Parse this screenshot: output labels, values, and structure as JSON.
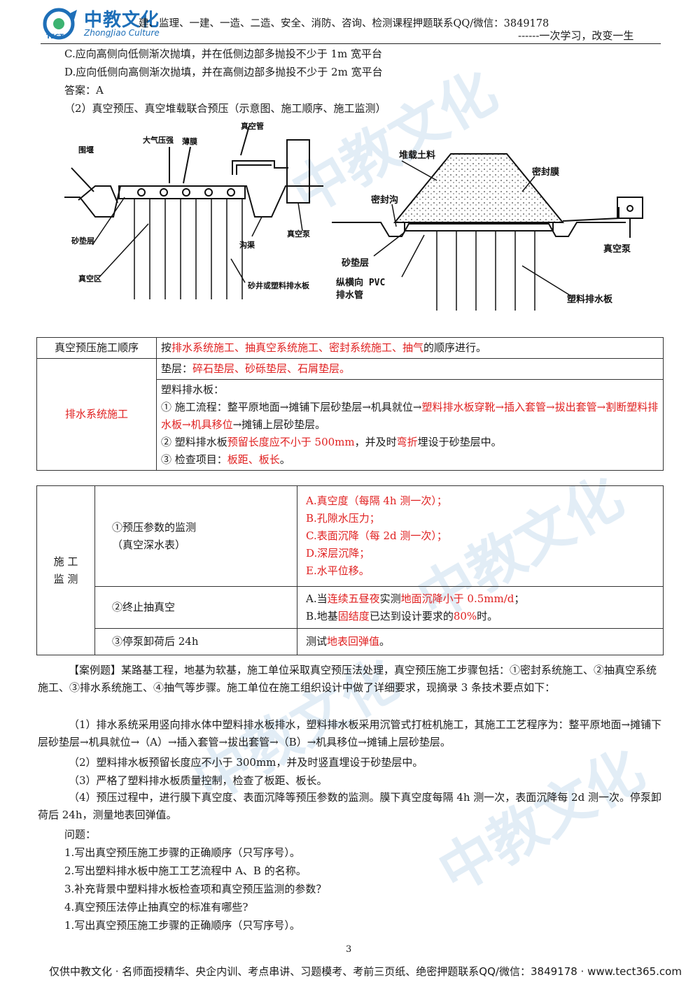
{
  "header": {
    "logo_name": "中教文化",
    "logo_sub": "ZhongJiao Culture",
    "logo_tect": "TECT",
    "line1": "建、监理、一建、一造、二造、安全、消防、咨询、检测课程押题联系QQ/微信：3849178",
    "line2": "------一次学习，改变一生"
  },
  "lines": {
    "c": "C.应向高侧向低侧渐次抛填，并在低侧边部多抛投不少于 1m 宽平台",
    "d": "D.应向低侧向高侧渐次抛填，并在高侧边部多抛投不少于 2m 宽平台",
    "answer": "答案：A",
    "section": "（2）真空预压、真空堆载联合预压（示意图、施工顺序、施工监测）"
  },
  "diagram_left": {
    "labels": [
      "围堰",
      "大气压强",
      "薄膜",
      "真空管",
      "砂垫层",
      "真空区",
      "沟渠",
      "真空泵",
      "砂井或塑料排水板"
    ]
  },
  "diagram_right": {
    "labels": [
      "堆载土料",
      "密封膜",
      "密封沟",
      "真空泵",
      "砂垫层",
      "纵横向 PVC",
      "排水管",
      "塑料排水板"
    ]
  },
  "table1": {
    "row1_label": "真空预压施工顺序",
    "row1_pre": "按",
    "row1_red": "排水系统施工、抽真空系统施工、密封系统施工、抽气",
    "row1_post": "的顺序进行。",
    "row2_label": "排水系统施工",
    "cushion_pre": "垫层：",
    "cushion_red": "碎石垫层、砂砾垫层、石屑垫层。",
    "board_title": "塑料排水板：",
    "flow_pre": "① 施工流程：整平原地面→摊铺下层砂垫层→机具就位→",
    "flow_red": "塑料排水板穿靴→插入套管→拔出套管→割断塑料排水板→机具移位",
    "flow_post": "→摊铺上层砂垫层。",
    "reserve_a": "② 塑料排水板",
    "reserve_red1": "预留长度应不小于 500mm",
    "reserve_b": "，并及时",
    "reserve_red2": "弯折",
    "reserve_c": "埋设于砂垫层中。",
    "check_pre": "③ 检查项目：",
    "check_red": "板距、板长",
    "check_post": "。"
  },
  "table2": {
    "side_label_1": "施 工",
    "side_label_2": "监 测",
    "r1_label_1": "①预压参数的监测",
    "r1_label_2": "（真空深水表）",
    "r1_items": [
      "A.真空度（每隔 4h 测一次）；",
      "B.孔隙水压力；",
      "C.表面沉降（每 2d 测一次）；",
      "D.深层沉降；",
      "E.水平位移。"
    ],
    "r2_label": "②终止抽真空",
    "r2_a_pre": "A.当",
    "r2_a_red1": "连续五昼夜",
    "r2_a_mid": "实测",
    "r2_a_red2": "地面沉降小于 0.5mm/d",
    "r2_a_post": "；",
    "r2_b_pre": "B.地基",
    "r2_b_red1": "固结度",
    "r2_b_mid": "已达到设计要求的",
    "r2_b_red2": "80%",
    "r2_b_post": "时。",
    "r3_label": "③停泵卸荷后 24h",
    "r3_pre": "测试",
    "r3_red": "地表回弹值",
    "r3_post": "。"
  },
  "case": {
    "intro": "【案例题】某路基工程，地基为软基，施工单位采取真空预压法处理，真空预压施工步骤包括：①密封系统施工、②抽真空系统施工、③排水系统施工、④抽气等步骤。施工单位在施工组织设计中做了详细要求，现摘录 3 条技术要点如下：",
    "p1": "（1）排水系统采用竖向排水体中塑料排水板排水，塑料排水板采用沉管式打桩机施工，其施工工艺程序为：整平原地面→摊铺下层砂垫层→机具就位→（A）→插入套管→拔出套管→（B）→机具移位→摊铺上层砂垫层。",
    "p2": "（2）塑料排水板预留长度应不小于 300mm，并及时竖直埋设于砂垫层中。",
    "p3": "（3）严格了塑料排水板质量控制，检查了板距、板长。",
    "p4": "（4）预压过程中，进行膜下真空度、表面沉降等预压参数的监测。膜下真空度每隔 4h 测一次，表面沉降每 2d 测一次。停泵卸荷后 24h，测量地表回弹值。",
    "q_title": "问题：",
    "q1": "1.写出真空预压施工步骤的正确顺序（只写序号）。",
    "q2": "2.写出塑料排水板中施工工艺流程中 A、B 的名称。",
    "q3": "3.补充背景中塑料排水板检查项和真空预压监测的参数？",
    "q4": "4.真空预压法停止抽真空的标准有哪些?",
    "a1": "1.写出真空预压施工步骤的正确顺序（只写序号）。"
  },
  "page_number": "3",
  "footer": "仅供中教文化 · 名师面授精华、央企内训、考点串讲、习题模考、考前三页纸、绝密押题联系QQ/微信：3849178 · www.tect365.com",
  "colors": {
    "accent_red": "#e02020",
    "brand_blue": "#1e6fb8"
  }
}
